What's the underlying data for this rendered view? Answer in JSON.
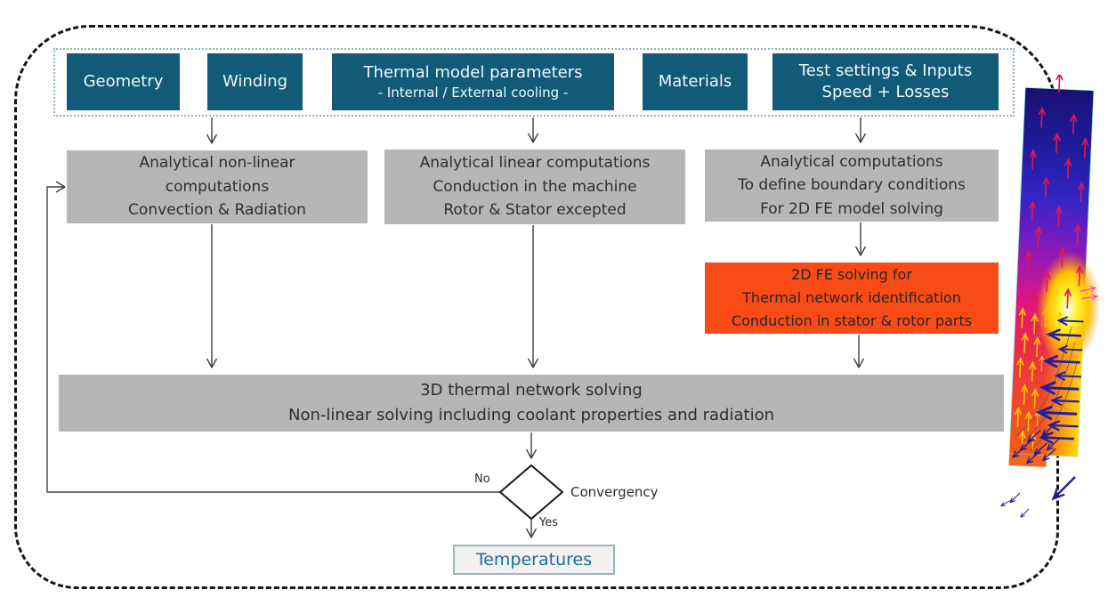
{
  "inputs": {
    "geometry": "Geometry",
    "winding": "Winding",
    "thermal_params_line1": "Thermal model parameters",
    "thermal_params_line2": "- Internal / External cooling -",
    "materials": "Materials",
    "test_settings_line1": "Test settings & Inputs",
    "test_settings_line2": "Speed + Losses"
  },
  "processes": {
    "nonlinear": {
      "l1": "Analytical non-linear",
      "l2": "computations",
      "l3": "Convection & Radiation"
    },
    "linear": {
      "l1": "Analytical linear computations",
      "l2": "Conduction in the machine",
      "l3": "Rotor & Stator excepted"
    },
    "boundary": {
      "l1": "Analytical computations",
      "l2": "To define boundary conditions",
      "l3": "For 2D FE model solving"
    },
    "fe2d": {
      "l1": "2D FE solving for",
      "l2": "Thermal network identification",
      "l3": "Conduction in stator & rotor parts"
    },
    "network3d": {
      "l1": "3D thermal network solving",
      "l2": "Non-linear solving including coolant properties and radiation"
    }
  },
  "decision": {
    "label": "Convergency",
    "no": "No",
    "yes": "Yes"
  },
  "output": {
    "label": "Temperatures"
  },
  "colors": {
    "input_box_bg": "#115a78",
    "input_box_text": "#f2f7fa",
    "process_box_bg": "#b7b6b6",
    "highlight_box_bg": "#f94b15",
    "box_text_dark": "#2e2e2e",
    "output_text": "#1c6f96",
    "output_box_border": "#9db4bf",
    "outer_border": "#151515",
    "inputs_container_border": "#8fb3ca",
    "connector": "#3f3f3f"
  }
}
